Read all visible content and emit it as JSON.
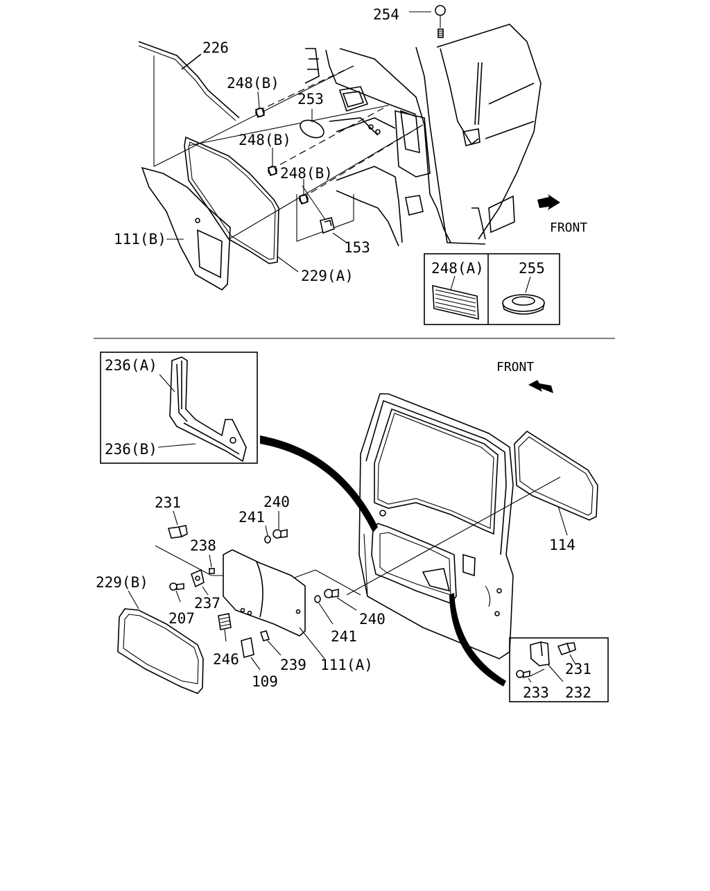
{
  "callouts": {
    "c254": "254",
    "c226": "226",
    "c248b_1": "248(B)",
    "c253": "253",
    "c248b_2": "248(B)",
    "c248b_3": "248(B)",
    "c111b": "111(B)",
    "c153": "153",
    "c229a": "229(A)",
    "c248a": "248(A)",
    "c255": "255",
    "c236a": "236(A)",
    "c236b": "236(B)",
    "c231_1": "231",
    "c240_1": "240",
    "c241_1": "241",
    "c238": "238",
    "c229b": "229(B)",
    "c237": "237",
    "c207": "207",
    "c246": "246",
    "c109": "109",
    "c239": "239",
    "c111a": "111(A)",
    "c240_2": "240",
    "c241_2": "241",
    "c114": "114",
    "c231_2": "231",
    "c233": "233",
    "c232": "232"
  },
  "front_labels": {
    "top": "FRONT",
    "bottom": "FRONT"
  }
}
